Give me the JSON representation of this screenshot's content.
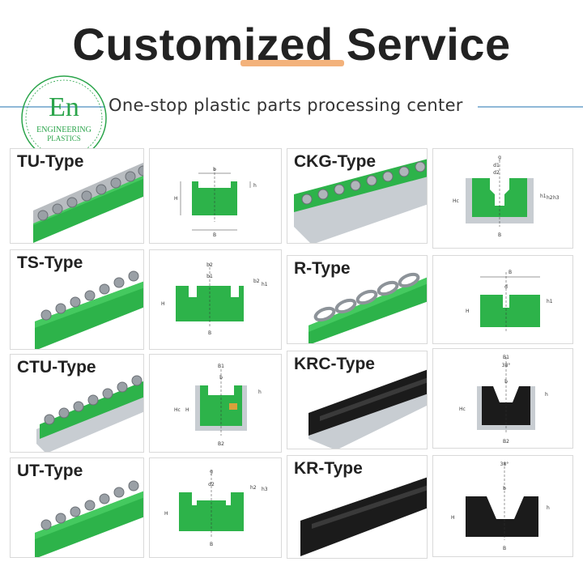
{
  "header": {
    "title": "Customized Service",
    "subtitle": "One-stop plastic parts processing center"
  },
  "logo": {
    "monogram": "En",
    "line1": "ENGINEERING",
    "line2": "PLASTICS"
  },
  "colors": {
    "green": "#2db34a",
    "black": "#1b1b1b",
    "aluminum": "#c8cdd2",
    "accent_underline": "#f3b27b",
    "logo": "#2aa44a"
  },
  "products": [
    {
      "name": "TU-Type",
      "dims": [
        "b",
        "h",
        "H",
        "B"
      ]
    },
    {
      "name": "CKG-Type",
      "dims": [
        "g",
        "d1",
        "d2",
        "h1",
        "h2",
        "h3",
        "Hc",
        "B"
      ]
    },
    {
      "name": "TS-Type",
      "dims": [
        "b2",
        "b1",
        "b2",
        "h1",
        "H",
        "B"
      ]
    },
    {
      "name": "R-Type",
      "dims": [
        "B",
        "d",
        "h1",
        "H"
      ]
    },
    {
      "name": "CTU-Type",
      "dims": [
        "B1",
        "b",
        "h",
        "Hc",
        "H",
        "B2"
      ]
    },
    {
      "name": "KRC-Type",
      "dims": [
        "B1",
        "38°",
        "b",
        "h",
        "Hc",
        "B2"
      ]
    },
    {
      "name": "UT-Type",
      "dims": [
        "g",
        "d2",
        "h2",
        "h3",
        "H",
        "B"
      ]
    },
    {
      "name": "KR-Type",
      "dims": [
        "38°",
        "b",
        "h",
        "H",
        "B"
      ]
    }
  ]
}
